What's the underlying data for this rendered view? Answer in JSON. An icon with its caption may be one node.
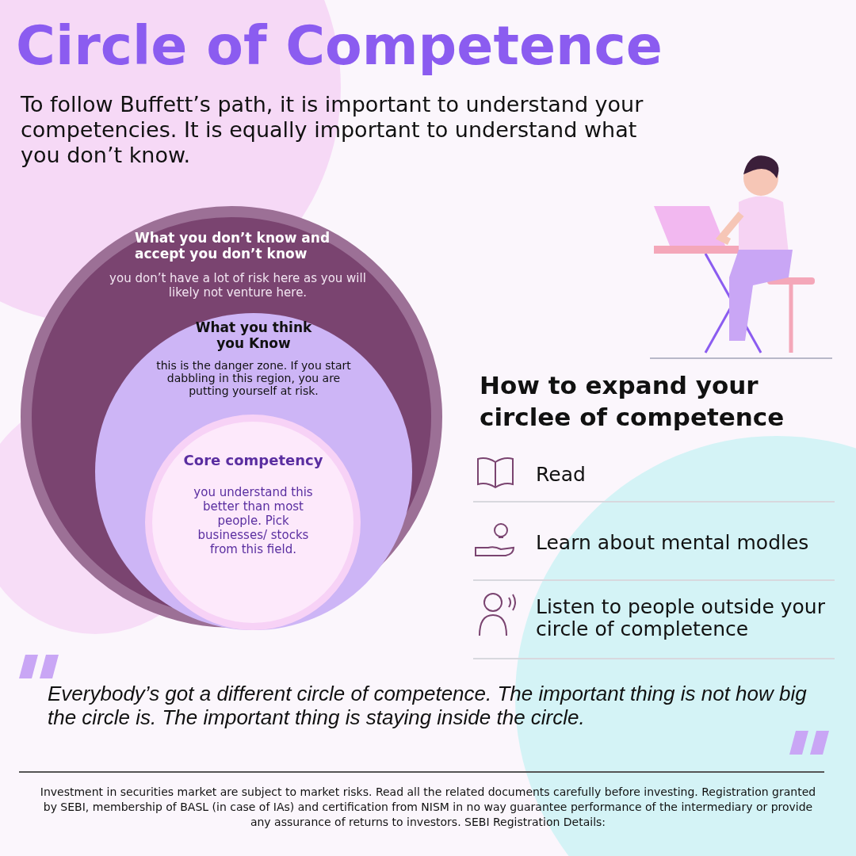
{
  "diagram": {
    "title": "Circle of Competence",
    "nodes": [
      {
        "text": [
          "What you don’t know and accept you don’t know",
          "you don’t have a lot of risk here as you will likely not venture here."
        ]
      },
      {
        "text": [
          "What you think you Know",
          "this is the danger zone. If you start dabbling in this region, you are putting yourself at risk."
        ],
        "in": 0
      },
      {
        "text": [
          "Core competency",
          "you understand this better than most people. Pick businesses/ stocks from this field."
        ],
        "in": 1
      }
    ],
    "labels": [
      "To follow Buffett’s path, it is important to understand your competencies. It is equally important to understand what you don’t know.",
      "How to expand your circlee of competence",
      "Read",
      "Learn about mental modles",
      "Listen to people outside your circle of completence",
      "Everybody’s got a different circle of competence. The important thing is not how big the circle is. The important thing is staying inside the circle.",
      "Investment in securities market are subject to market risks. Read all the related documents carefully before investing. Registration granted by SEBI,  membership of BASL (in case of IAs) and certification from NISM in no way guarantee performance of the intermediary or provide any assurance of returns to investors.  SEBI Registration Details:"
    ]
  }
}
